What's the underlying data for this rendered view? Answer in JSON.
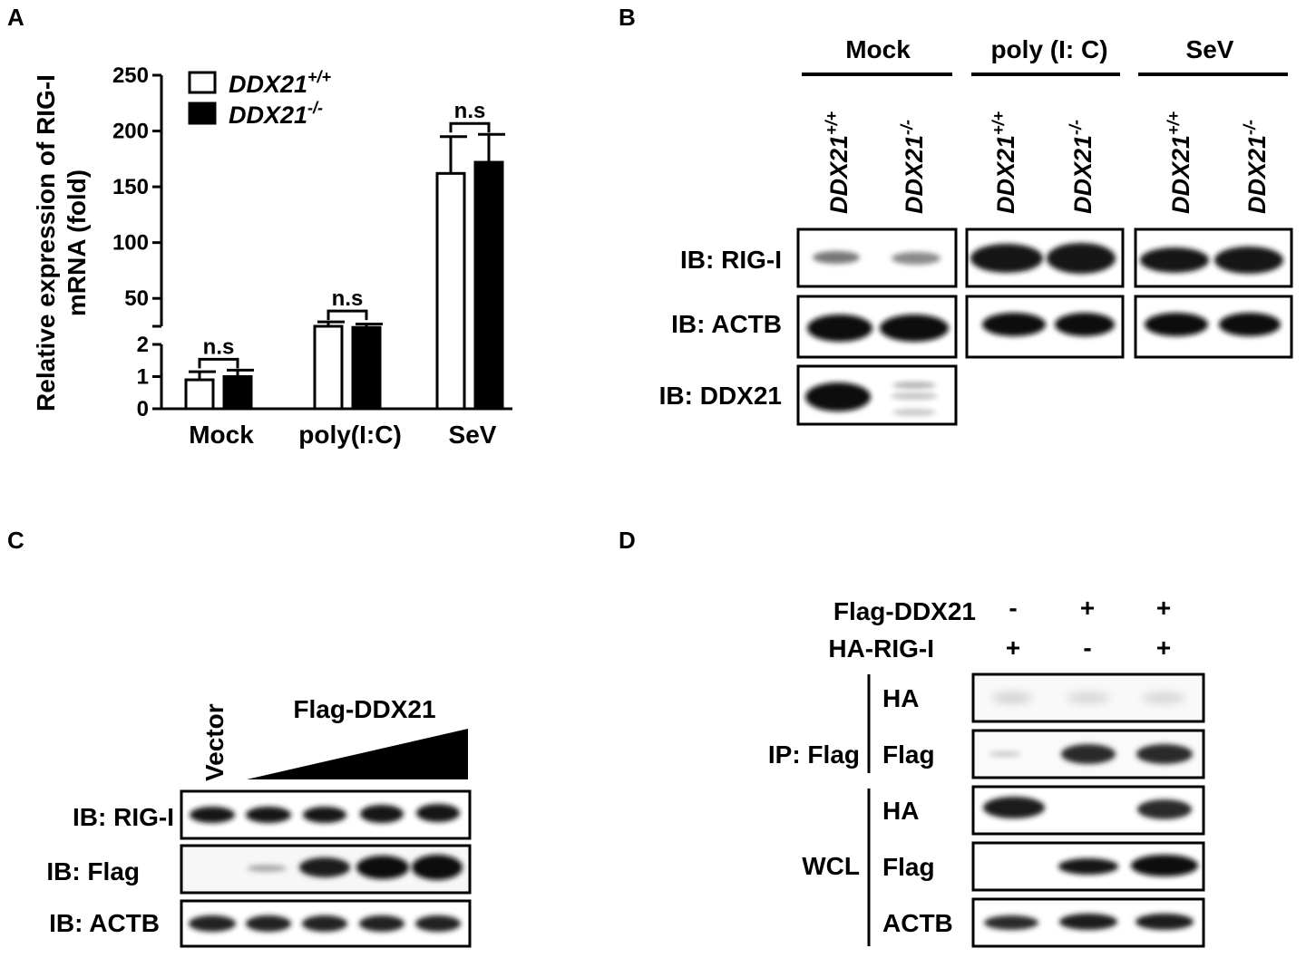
{
  "panels": {
    "a": "A",
    "b": "B",
    "c": "C",
    "d": "D"
  },
  "chart_data": {
    "type": "bar",
    "ylabel_line1": "Relative expression of RIG-I",
    "ylabel_line2": "mRNA (fold)",
    "categories": [
      "Mock",
      "poly(I:C)",
      "SeV"
    ],
    "series": [
      {
        "name": "DDX21",
        "superscript": "+/+",
        "fill": "#ffffff",
        "values": [
          0.9,
          25,
          162
        ],
        "errors": [
          0.25,
          4,
          33
        ]
      },
      {
        "name": "DDX21",
        "superscript": "-/-",
        "fill": "#000000",
        "values": [
          1.0,
          24,
          172
        ],
        "errors": [
          0.2,
          3,
          25
        ]
      }
    ],
    "broken_axis": {
      "lower_range": [
        0,
        2
      ],
      "upper_range": [
        25,
        250
      ],
      "lower_ticks": [
        "0",
        "1",
        "2"
      ],
      "upper_ticks": [
        "50",
        "100",
        "150",
        "200",
        "250"
      ]
    },
    "significance": [
      "n.s",
      "n.s",
      "n.s"
    ],
    "legend_position": "top-left"
  },
  "panel_b": {
    "groups": [
      "Mock",
      "poly (I: C)",
      "SeV"
    ],
    "genotypes": [
      "DDX21",
      "DDX21",
      "DDX21",
      "DDX21",
      "DDX21",
      "DDX21"
    ],
    "superscripts": [
      "+/+",
      "-/-",
      "+/+",
      "-/-",
      "+/+",
      "-/-"
    ],
    "blots": [
      "IB: RIG-I",
      "IB: ACTB",
      "IB: DDX21"
    ]
  },
  "panel_c": {
    "vector": "Vector",
    "construct": "Flag-DDX21",
    "blots": [
      "IB: RIG-I",
      "IB: Flag",
      "IB: ACTB"
    ]
  },
  "panel_d": {
    "rows": [
      {
        "label": "Flag-DDX21",
        "signs": [
          "-",
          "+",
          "+"
        ]
      },
      {
        "label": "HA-RIG-I",
        "signs": [
          "+",
          "-",
          "+"
        ]
      }
    ],
    "ip_label": "IP: Flag",
    "wcl_label": "WCL",
    "blots": [
      "HA",
      "Flag",
      "HA",
      "Flag",
      "ACTB"
    ]
  }
}
